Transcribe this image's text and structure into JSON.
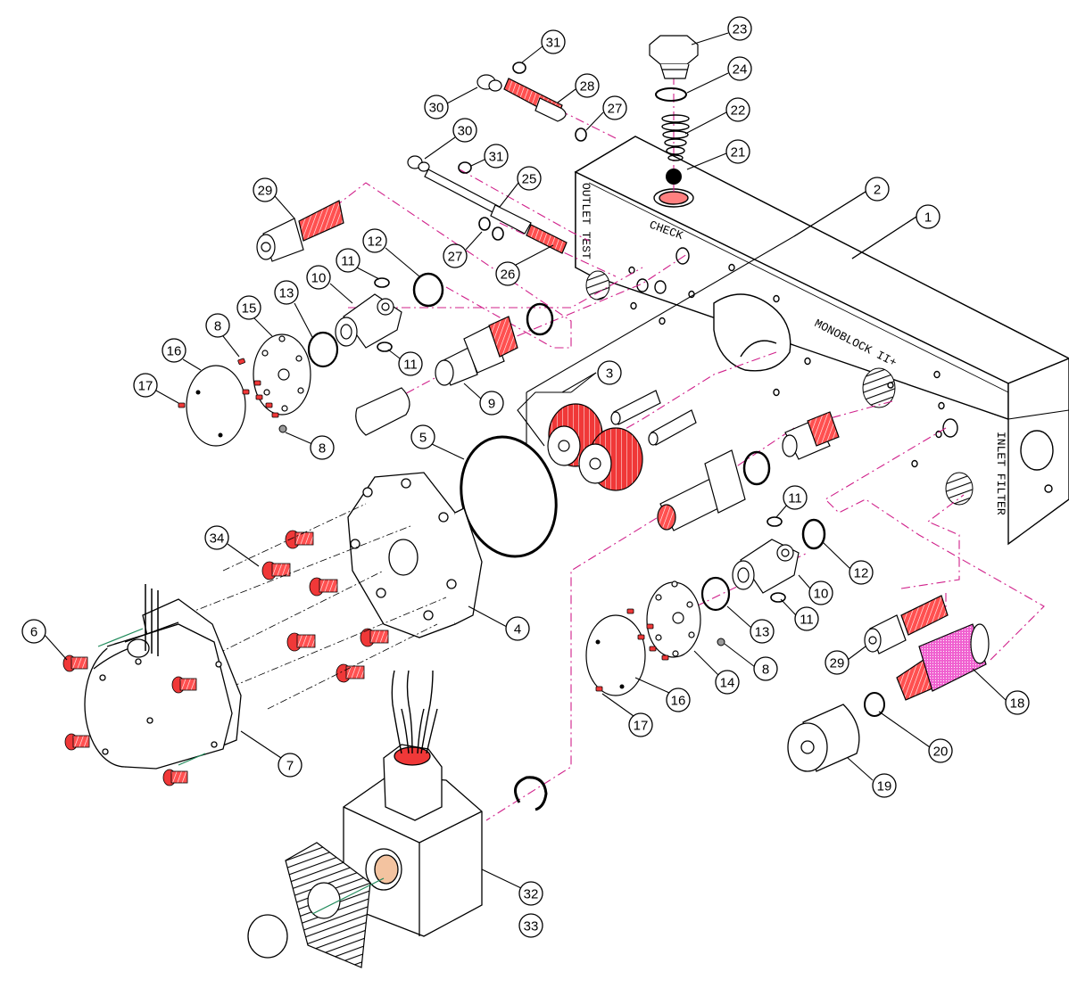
{
  "diagram": {
    "block_labels": {
      "outlet_test": "OUTLET TEST",
      "check": "CHECK",
      "model": "MONOBLOCK II+",
      "inlet_filter": "INLET FILTER"
    },
    "callouts": [
      "1",
      "2",
      "3",
      "4",
      "5",
      "6",
      "7",
      "8",
      "8",
      "8",
      "9",
      "10",
      "10",
      "11",
      "11",
      "11",
      "11",
      "12",
      "12",
      "13",
      "13",
      "14",
      "15",
      "16",
      "16",
      "17",
      "17",
      "18",
      "19",
      "20",
      "21",
      "22",
      "23",
      "24",
      "25",
      "26",
      "27",
      "27",
      "28",
      "29",
      "29",
      "30",
      "30",
      "31",
      "31",
      "32",
      "33",
      "34"
    ],
    "colors": {
      "line": "#000000",
      "highlight": "#f03838",
      "highlight_light": "#ff8080",
      "filter_mesh": "#f050c8",
      "leader_dashed": "#d0208a",
      "cable_green": "#1f8a5a",
      "screw_blue": "#3aa0ff"
    }
  }
}
